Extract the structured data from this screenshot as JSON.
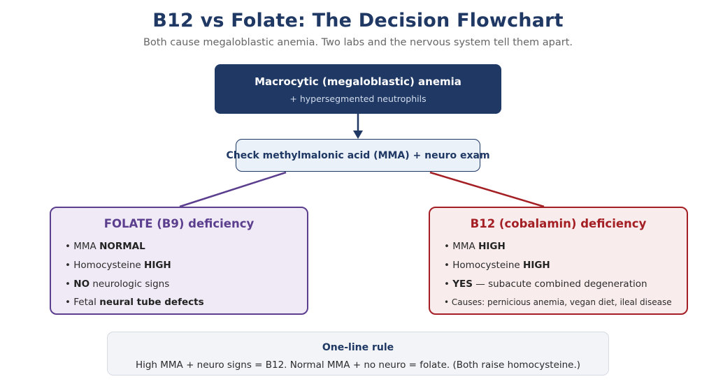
{
  "title": "B12 vs Folate: The Decision Flowchart",
  "subtitle": "Both cause megaloblastic anemia. Two labs and the nervous system tell them apart.",
  "start": {
    "title": "Macrocytic (megaloblastic) anemia",
    "subtitle": "+ hypersegmented neutrophils"
  },
  "check": {
    "label": "Check methylmalonic acid (MMA) + neuro exam"
  },
  "folate": {
    "heading": "FOLATE (B9) deficiency",
    "bullets": [
      {
        "pre": "• MMA ",
        "bold": "NORMAL",
        "post": ""
      },
      {
        "pre": "• Homocysteine ",
        "bold": "HIGH",
        "post": ""
      },
      {
        "pre": "• ",
        "bold": "NO",
        "post": " neurologic signs"
      },
      {
        "pre": "• Fetal ",
        "bold": "neural tube defects",
        "post": ""
      }
    ]
  },
  "b12": {
    "heading": "B12 (cobalamin) deficiency",
    "bullets": [
      {
        "pre": "• MMA ",
        "bold": "HIGH",
        "post": ""
      },
      {
        "pre": "• Homocysteine ",
        "bold": "HIGH",
        "post": ""
      },
      {
        "pre": "• ",
        "bold": "YES",
        "post": " — subacute combined degeneration"
      },
      {
        "pre": "• Causes: pernicious anemia, vegan diet, ileal disease",
        "bold": "",
        "post": ""
      }
    ]
  },
  "rule": {
    "title": "One-line rule",
    "body": "High MMA + neuro signs = B12. Normal MMA + no neuro = folate. (Both raise homocysteine.)"
  },
  "colors": {
    "navy": "#1f3864",
    "folate": "#5b3e8e",
    "b12": "#a31f24"
  }
}
